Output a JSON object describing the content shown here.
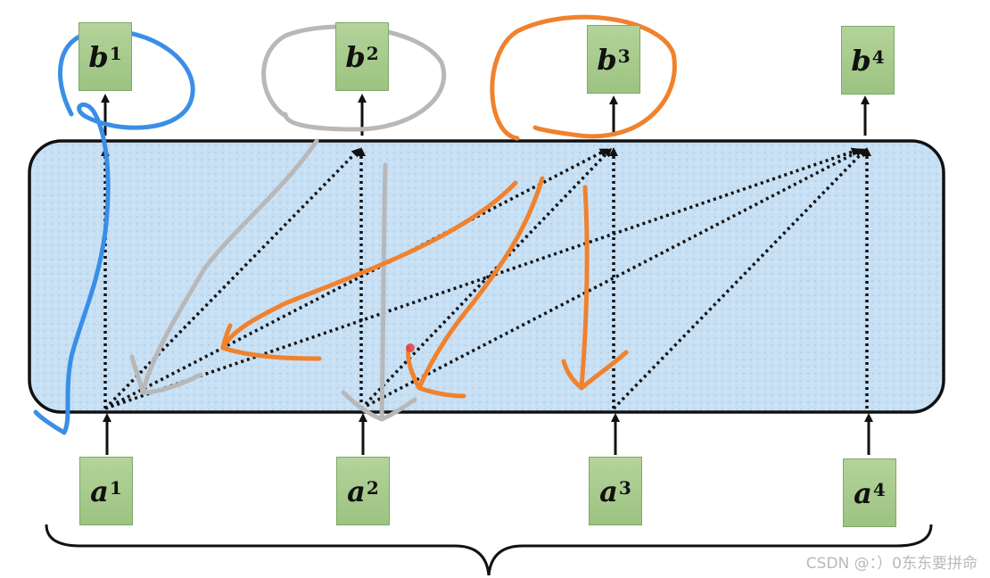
{
  "outputs": [
    {
      "base": "b",
      "sup": "1"
    },
    {
      "base": "b",
      "sup": "2"
    },
    {
      "base": "b",
      "sup": "3"
    },
    {
      "base": "b",
      "sup": "4"
    }
  ],
  "inputs": [
    {
      "base": "a",
      "sup": "1"
    },
    {
      "base": "a",
      "sup": "2"
    },
    {
      "base": "a",
      "sup": "3"
    },
    {
      "base": "a",
      "sup": "4"
    }
  ],
  "annotation_colors": {
    "b1_mark": "#3a8ee6",
    "b2_mark": "#b8b8b8",
    "b3_mark": "#f0822e"
  },
  "box_fill": "#c8e0f4",
  "watermark": "CSDN @：）0东东要拼命"
}
